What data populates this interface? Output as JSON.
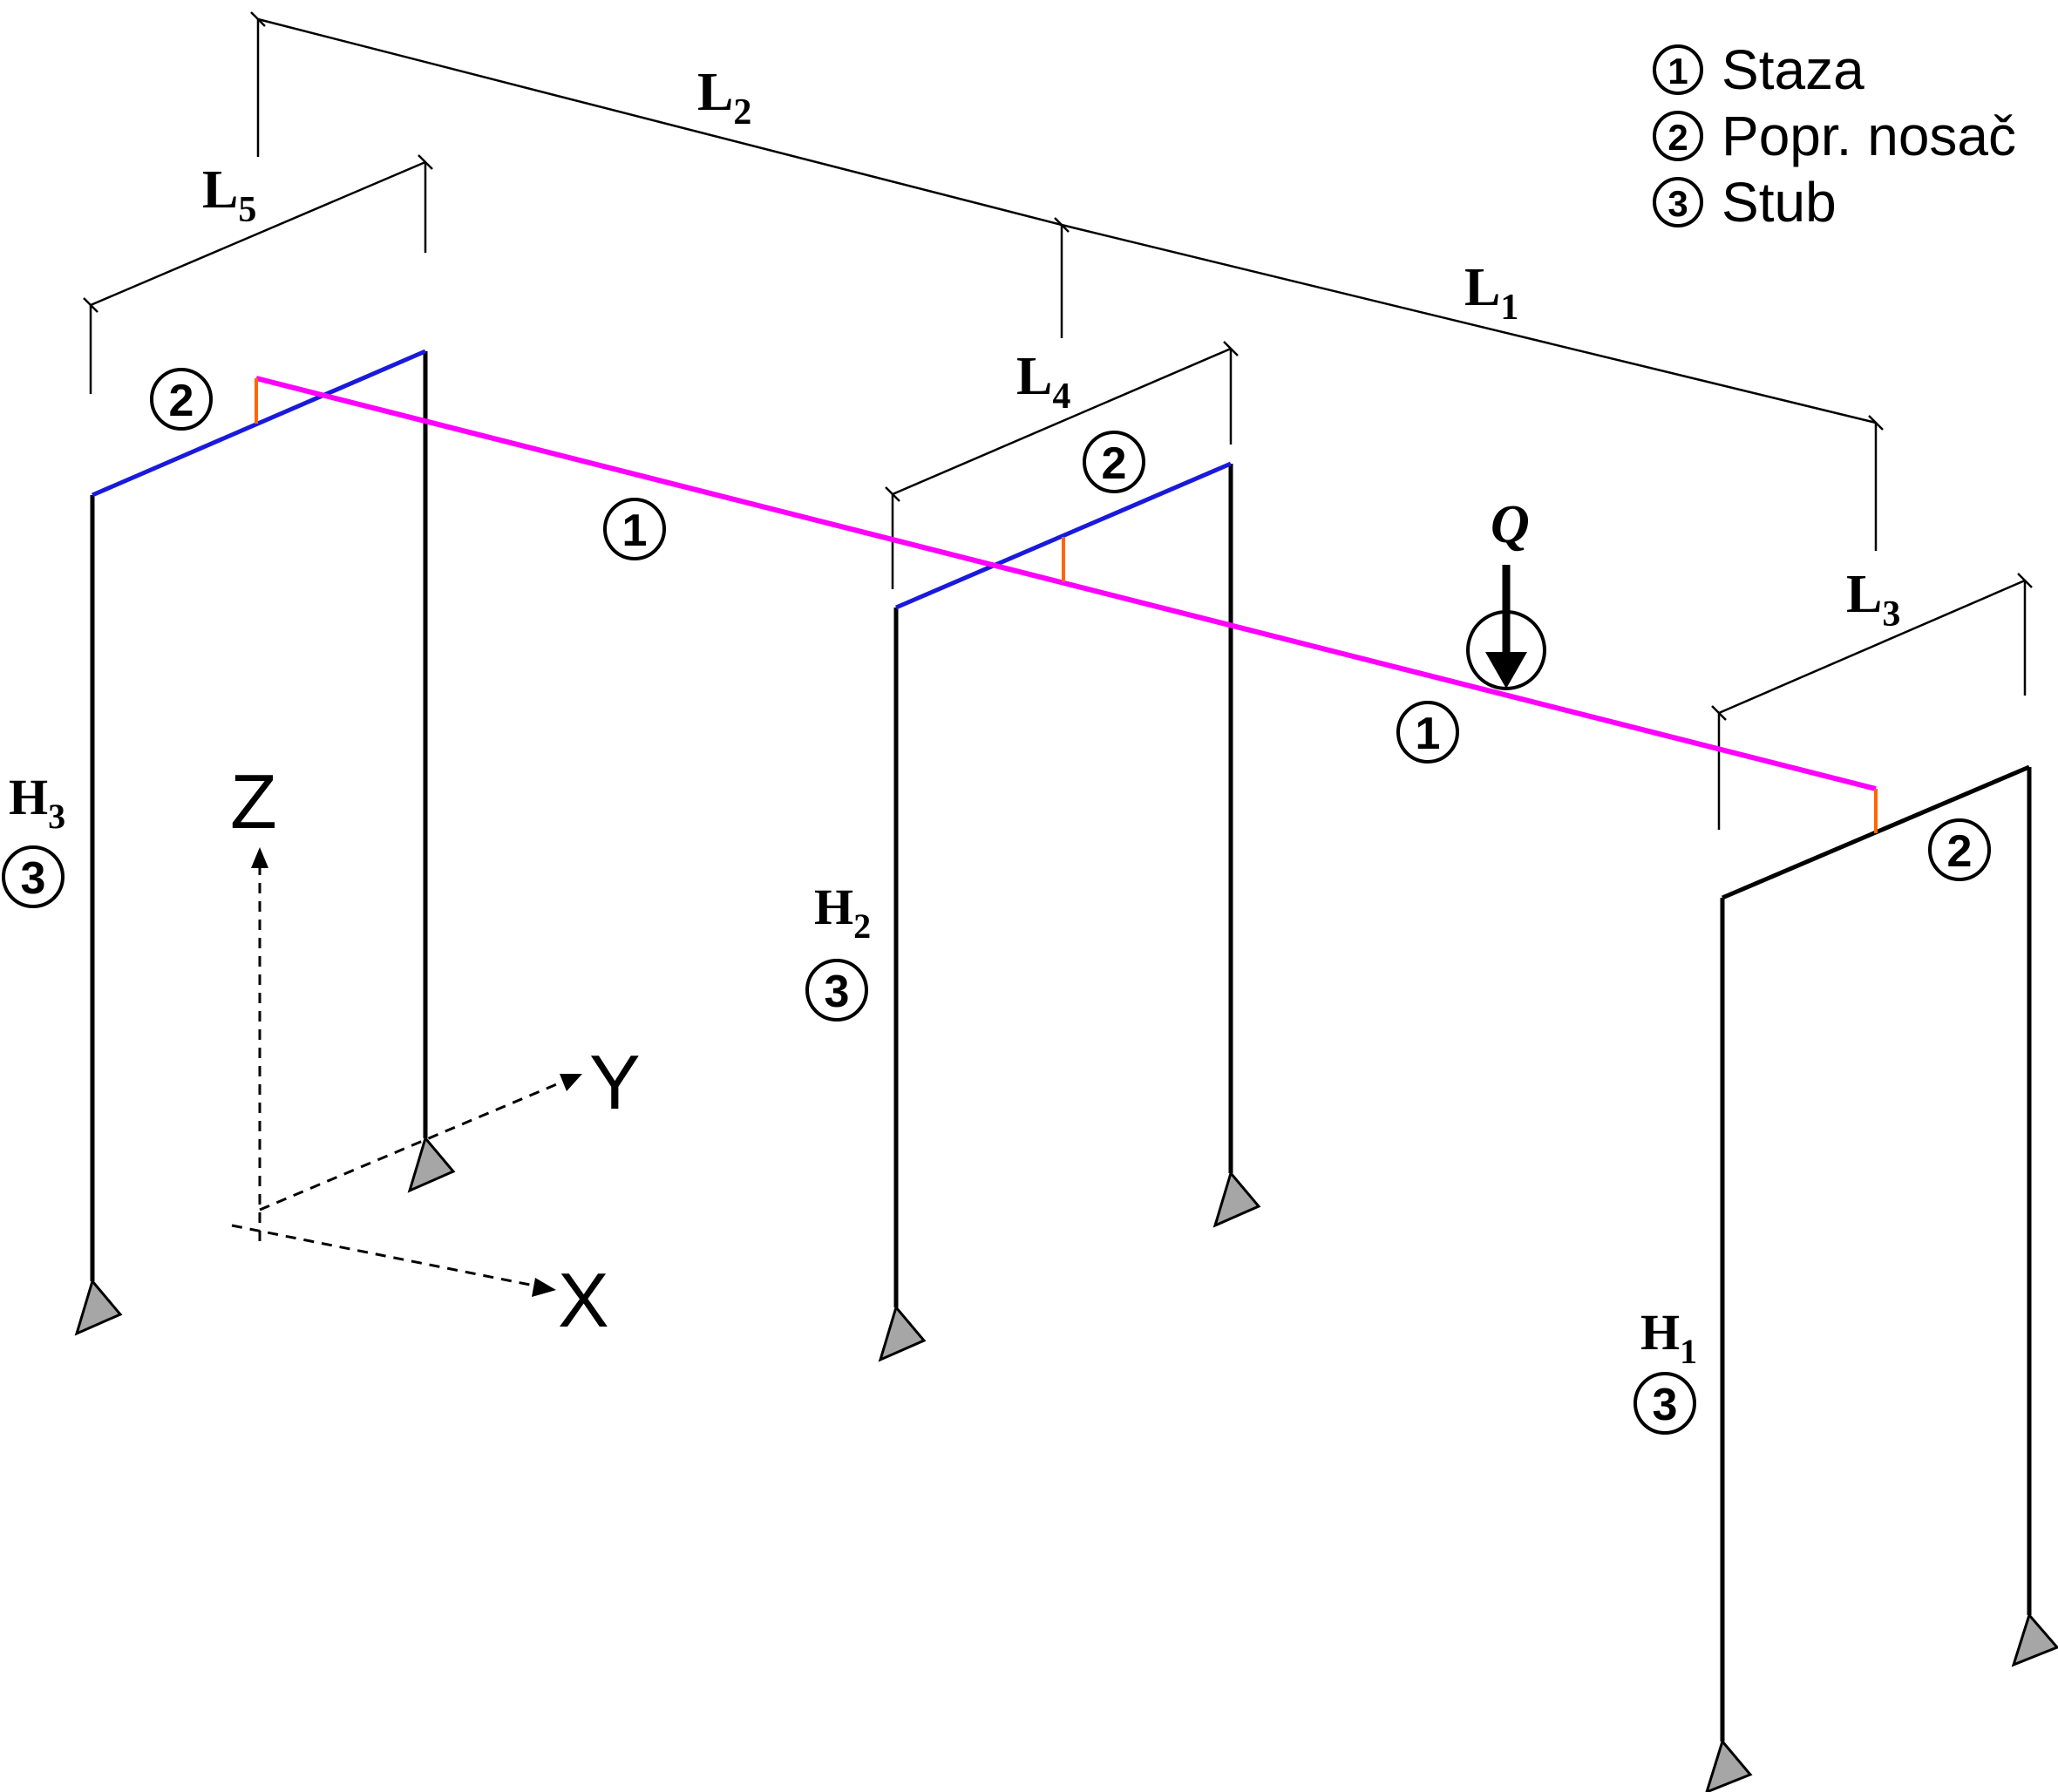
{
  "legend": {
    "items": [
      {
        "num": "1",
        "label": "Staza"
      },
      {
        "num": "2",
        "label": "Popr. nosač"
      },
      {
        "num": "3",
        "label": "Stub"
      }
    ]
  },
  "dimensions": {
    "L1": {
      "main": "L",
      "sub": "1"
    },
    "L2": {
      "main": "L",
      "sub": "2"
    },
    "L3": {
      "main": "L",
      "sub": "3"
    },
    "L4": {
      "main": "L",
      "sub": "4"
    },
    "L5": {
      "main": "L",
      "sub": "5"
    },
    "H1": {
      "main": "H",
      "sub": "1"
    },
    "H2": {
      "main": "H",
      "sub": "2"
    },
    "H3": {
      "main": "H",
      "sub": "3"
    }
  },
  "load": {
    "label": "Q"
  },
  "axes": {
    "x": "X",
    "y": "Y",
    "z": "Z"
  },
  "member_numbers": {
    "runway": "1",
    "cross_beam": "2",
    "column": "3"
  },
  "colors": {
    "runway": "#ff00ff",
    "cross_beam": "#1a1adc",
    "connector": "#ff6600",
    "column": "#000000",
    "support": "#a6a6a6"
  }
}
